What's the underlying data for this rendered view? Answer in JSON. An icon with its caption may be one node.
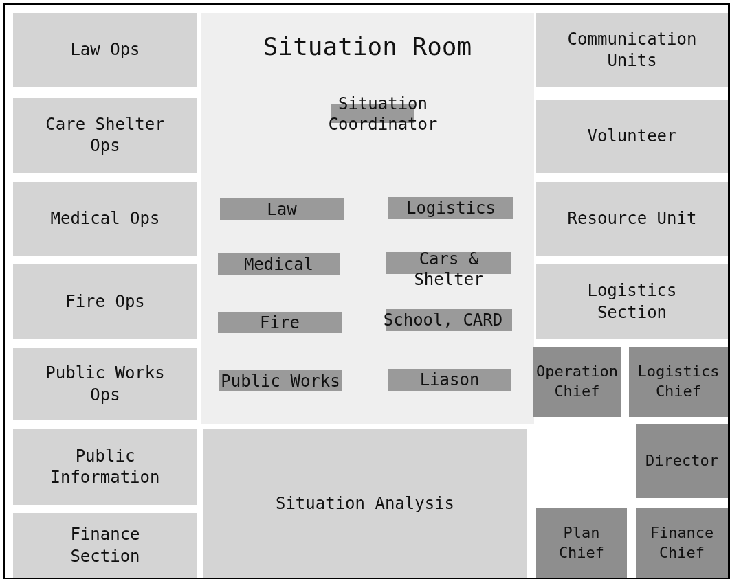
{
  "diagram": {
    "nodes": [
      {
        "text": [
          "Law Ops"
        ]
      },
      {
        "text": [
          "Care Shelter Ops"
        ]
      },
      {
        "text": [
          "Medical Ops"
        ]
      },
      {
        "text": [
          "Fire Ops"
        ]
      },
      {
        "text": [
          "Public Works Ops"
        ]
      },
      {
        "text": [
          "Public Information"
        ]
      },
      {
        "text": [
          "Finance Section"
        ]
      },
      {
        "text": [
          "Situation Room"
        ]
      },
      {
        "text": [
          "Situation Coordinator"
        ],
        "in": 7
      },
      {
        "text": [
          "Law"
        ],
        "in": 7
      },
      {
        "text": [
          "Logistics"
        ],
        "in": 7
      },
      {
        "text": [
          "Medical"
        ],
        "in": 7
      },
      {
        "text": [
          "Cars & Shelter"
        ],
        "in": 7
      },
      {
        "text": [
          "Fire"
        ],
        "in": 7
      },
      {
        "text": [
          "School, CARD"
        ],
        "in": 7
      },
      {
        "text": [
          "Public Works"
        ],
        "in": 7
      },
      {
        "text": [
          "Liason"
        ],
        "in": 7
      },
      {
        "text": [
          "Situation Analysis"
        ]
      },
      {
        "text": [
          "Communication Units"
        ]
      },
      {
        "text": [
          "Volunteer"
        ]
      },
      {
        "text": [
          "Resource Unit"
        ]
      },
      {
        "text": [
          "Logistics Section"
        ]
      },
      {
        "text": [
          "Operation Chief"
        ]
      },
      {
        "text": [
          "Logistics Chief"
        ]
      },
      {
        "text": [
          "Director"
        ]
      },
      {
        "text": [
          "Plan Chief"
        ]
      },
      {
        "text": [
          "Finance Chief"
        ]
      }
    ]
  }
}
